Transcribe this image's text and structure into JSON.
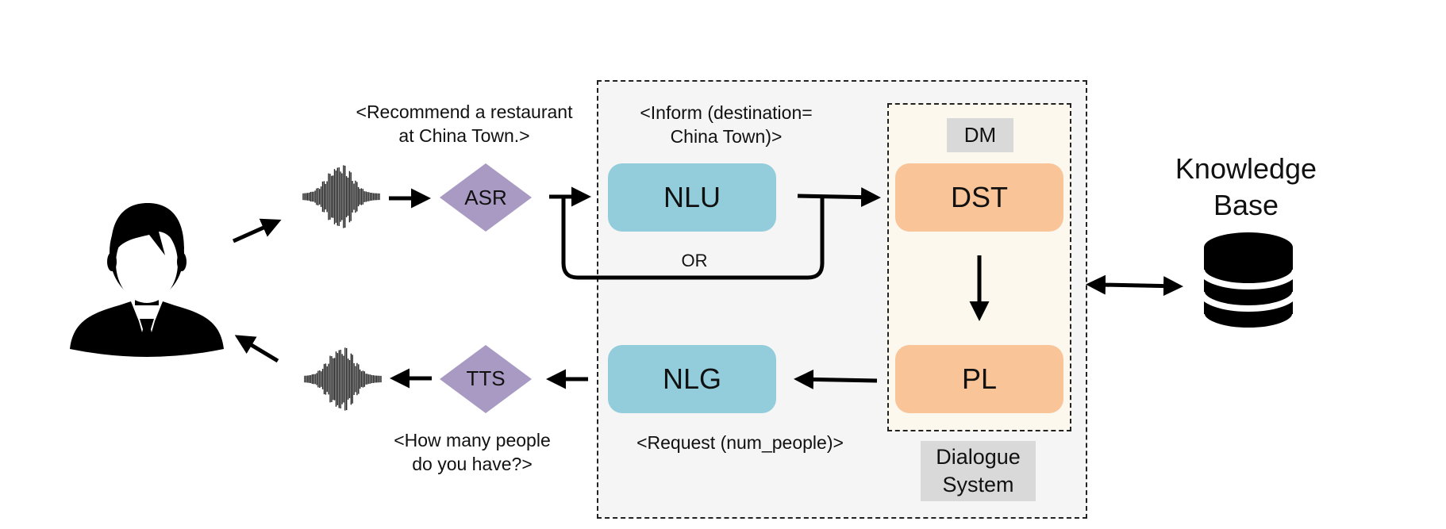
{
  "captions": {
    "asr_input": "<Recommend a restaurant\nat China Town.>",
    "nlu_output": "<Inform (destination=\nChina Town)>",
    "tts_input": "<How many people\ndo you have?>",
    "nlg_input": "<Request (num_people)>",
    "or": "OR"
  },
  "modules": {
    "asr": "ASR",
    "tts": "TTS",
    "nlu": "NLU",
    "nlg": "NLG",
    "dst": "DST",
    "pl": "PL"
  },
  "labels": {
    "dm": "DM",
    "dialogue_system": "Dialogue\nSystem",
    "knowledge_base": "Knowledge\nBase"
  },
  "icons": [
    "user-icon",
    "waveform-icon",
    "database-icon"
  ],
  "colors": {
    "nl_module": "#93cddb",
    "dm_module": "#f8c498",
    "diamond": "#a99ac3",
    "system_bg": "#f5f5f5",
    "dm_bg": "#fcf8ee",
    "tag_bg": "#d9d9d9"
  }
}
